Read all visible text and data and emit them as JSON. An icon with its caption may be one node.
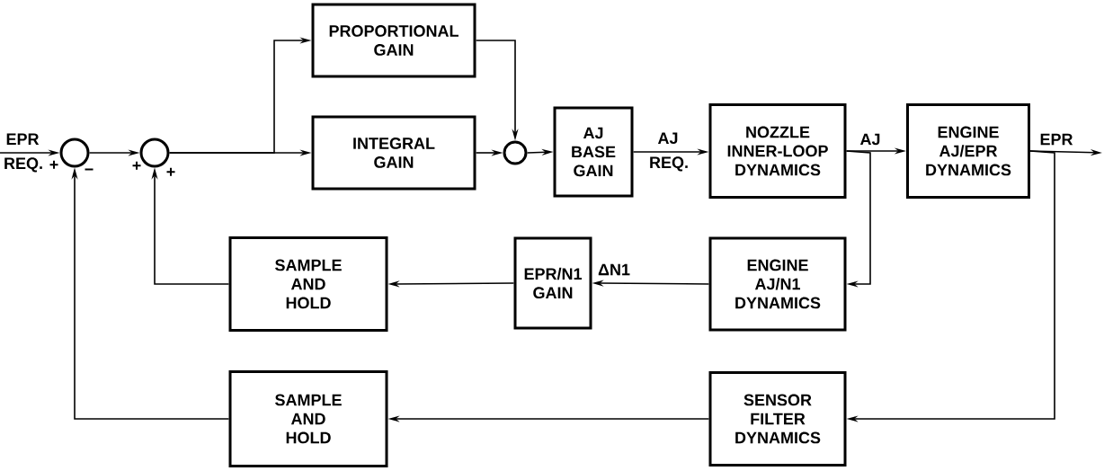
{
  "diagram": {
    "nodes": [
      {
        "text": [],
        "shape": "circle"
      },
      {
        "text": [],
        "shape": "circle"
      },
      {
        "text": [
          "PROPORTIONAL GAIN"
        ]
      },
      {
        "text": [
          "INTEGRAL GAIN"
        ]
      },
      {
        "text": [],
        "shape": "circle"
      },
      {
        "text": [
          "AJ BASE GAIN"
        ]
      },
      {
        "text": [
          "NOZZLE INNER-LOOP DYNAMICS"
        ]
      },
      {
        "text": [
          "ENGINE AJ/EPR DYNAMICS"
        ]
      },
      {
        "text": [
          "ENGINE AJ/N1 DYNAMICS"
        ]
      },
      {
        "text": [
          "EPR/N1 GAIN"
        ]
      },
      {
        "text": [
          "SAMPLE AND HOLD"
        ]
      },
      {
        "text": [
          "SENSOR FILTER DYNAMICS"
        ]
      },
      {
        "text": [
          "SAMPLE AND HOLD"
        ]
      }
    ],
    "edges": [
      {
        "from": null,
        "to": 0,
        "arrow": "to",
        "label": "EPR REQ."
      },
      {
        "from": 0,
        "to": 1,
        "arrow": "to"
      },
      {
        "from": 1,
        "to": 2,
        "arrow": "to"
      },
      {
        "from": 1,
        "to": 3,
        "arrow": "to"
      },
      {
        "from": 2,
        "to": 4,
        "arrow": "to"
      },
      {
        "from": 3,
        "to": 4,
        "arrow": "to"
      },
      {
        "from": 4,
        "to": 5,
        "arrow": "to"
      },
      {
        "from": 5,
        "to": 6,
        "arrow": "to",
        "label": "AJ REQ."
      },
      {
        "from": 6,
        "to": 7,
        "arrow": "to",
        "label": "AJ"
      },
      {
        "from": 6,
        "to": 8,
        "arrow": "to"
      },
      {
        "from": 7,
        "to": null,
        "arrow": "to",
        "label": "EPR"
      },
      {
        "from": 7,
        "to": 11,
        "arrow": "to"
      },
      {
        "from": 8,
        "to": 9,
        "arrow": "to",
        "label": "ΔN1"
      },
      {
        "from": 9,
        "to": 10,
        "arrow": "to"
      },
      {
        "from": 10,
        "to": 1,
        "arrow": "to"
      },
      {
        "from": 11,
        "to": 12,
        "arrow": "to"
      },
      {
        "from": 12,
        "to": 0,
        "arrow": "to"
      }
    ],
    "labels": [
      "+",
      "−",
      "+",
      "+"
    ]
  }
}
